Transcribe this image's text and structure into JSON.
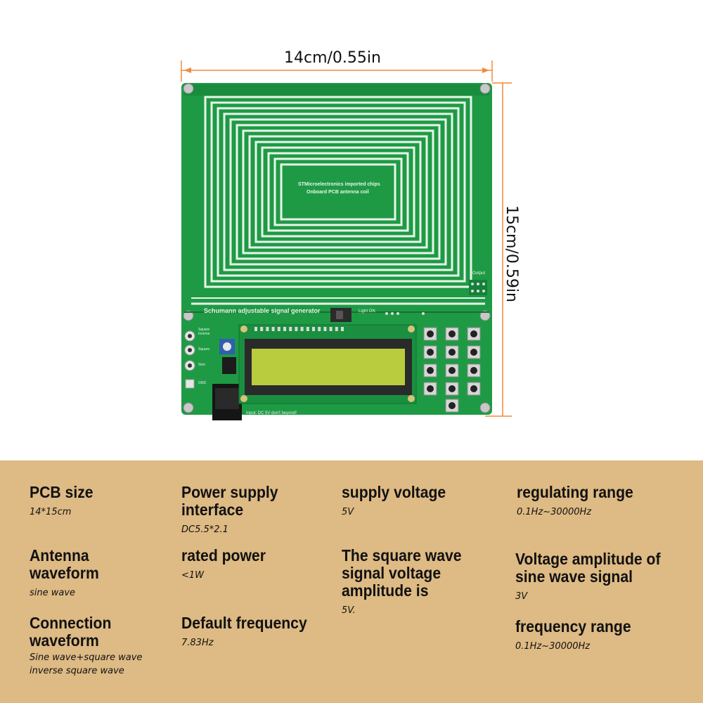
{
  "dimensions": {
    "width": "14cm/0.55in",
    "height": "15cm/0.59in"
  },
  "pcb_labels": {
    "chip_line1": "STMicroelectronics imported chips",
    "chip_line2": "Onboard PCB antenna coil",
    "board_title": "Schumann adjustable signal generator",
    "light": "Light ON",
    "output": "Output",
    "square_inverse": "Square Inverse",
    "square": "Square",
    "sine": "Sine",
    "gnd": "GND",
    "input": "Input: DC 5V   don't beyond!"
  },
  "colors": {
    "panel": "#deba84",
    "pcb": "#1e9a45",
    "dimension_line": "#f08a3a",
    "lcd": "#b8cc3e"
  },
  "specs": [
    {
      "title": "PCB size",
      "value": "14*15cm"
    },
    {
      "title": "Power supply interface",
      "value": "DC5.5*2.1"
    },
    {
      "title": "supply voltage",
      "value": "5V"
    },
    {
      "title": "regulating range",
      "value": "0.1Hz~30000Hz"
    },
    {
      "title": "Antenna waveform",
      "value": "sine wave"
    },
    {
      "title": "rated power",
      "value": "<1W"
    },
    {
      "title": "The square wave signal voltage amplitude is",
      "value": "5V."
    },
    {
      "title": "Voltage amplitude of sine wave signal",
      "value": "3V"
    },
    {
      "title": "Connection waveform",
      "value": "Sine wave+square wave inverse square wave"
    },
    {
      "title": "Default frequency",
      "value": "7.83Hz"
    },
    {
      "title": "frequency range",
      "value": "0.1Hz~30000Hz"
    }
  ]
}
